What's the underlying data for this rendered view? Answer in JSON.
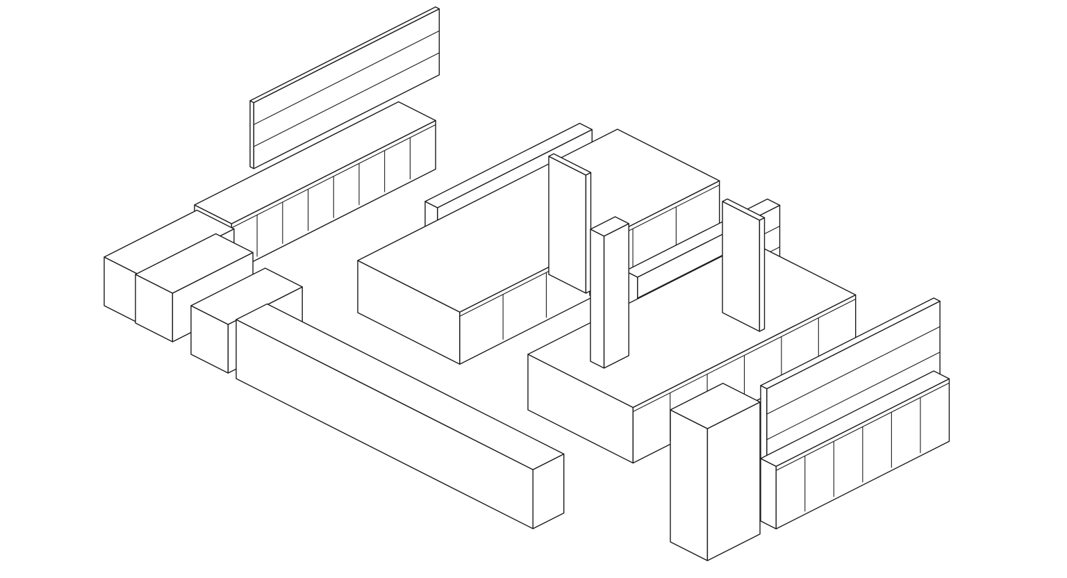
{
  "drawing": {
    "background": "#ffffff",
    "line_color": "#1a1a1a",
    "furniture": [
      {
        "name": "back-wall-bench"
      },
      {
        "name": "back-wall-shelving"
      },
      {
        "name": "left-table-1"
      },
      {
        "name": "left-table-2"
      },
      {
        "name": "left-table-3"
      },
      {
        "name": "front-long-bench"
      },
      {
        "name": "center-island"
      },
      {
        "name": "center-island-shelving"
      },
      {
        "name": "center-island-end-shelf"
      },
      {
        "name": "right-island-bench"
      },
      {
        "name": "right-island-shelving"
      },
      {
        "name": "right-island-end-shelf"
      },
      {
        "name": "service-tower"
      },
      {
        "name": "right-wall-bench"
      },
      {
        "name": "right-wall-shelving"
      },
      {
        "name": "tall-storage-cabinet"
      }
    ]
  }
}
